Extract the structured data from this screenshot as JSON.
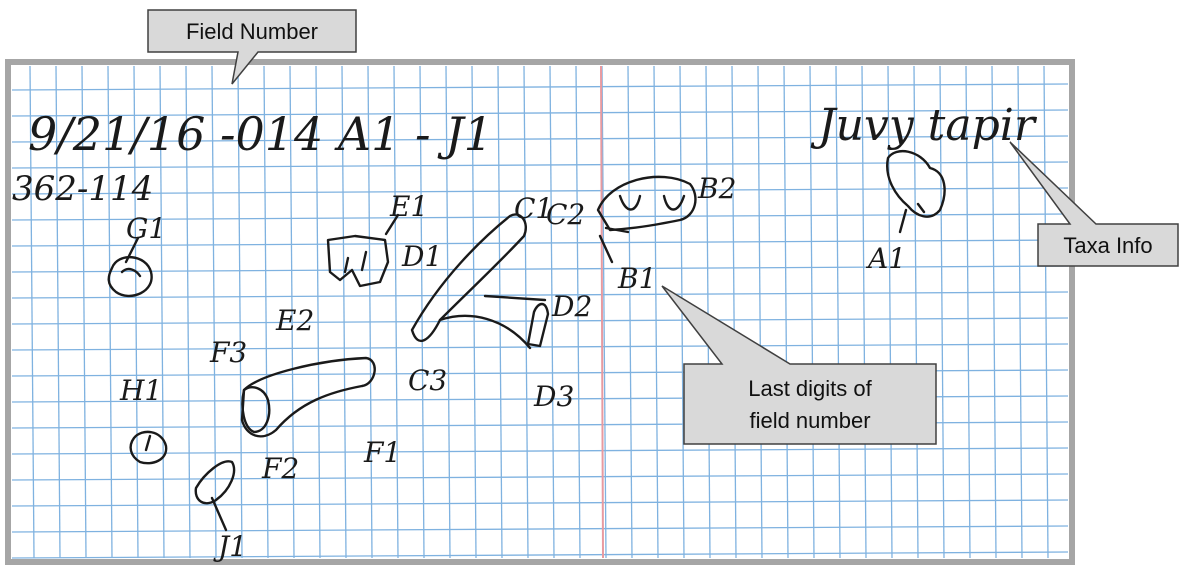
{
  "colors": {
    "grid_line": "#7fb2e0",
    "margin_line": "#e89aa0",
    "card_border": "#a6a6a6",
    "callout_fill": "#d9d9d9",
    "callout_stroke": "#404040",
    "ink": "#1a1a1a"
  },
  "card": {
    "field_number_text": "9/21/16 -014 A1 - J1",
    "locality_text": "362-114",
    "taxa_text": "Juvy tapir",
    "specimen_labels": [
      "A1",
      "B1",
      "B2",
      "C1",
      "C2",
      "C3",
      "D1",
      "D2",
      "D3",
      "E1",
      "E2",
      "F1",
      "F2",
      "F3",
      "G1",
      "H1",
      "J1"
    ]
  },
  "callouts": {
    "field_number": "Field Number",
    "taxa_info": "Taxa Info",
    "last_digits_line1": "Last digits of",
    "last_digits_line2": "field number"
  }
}
